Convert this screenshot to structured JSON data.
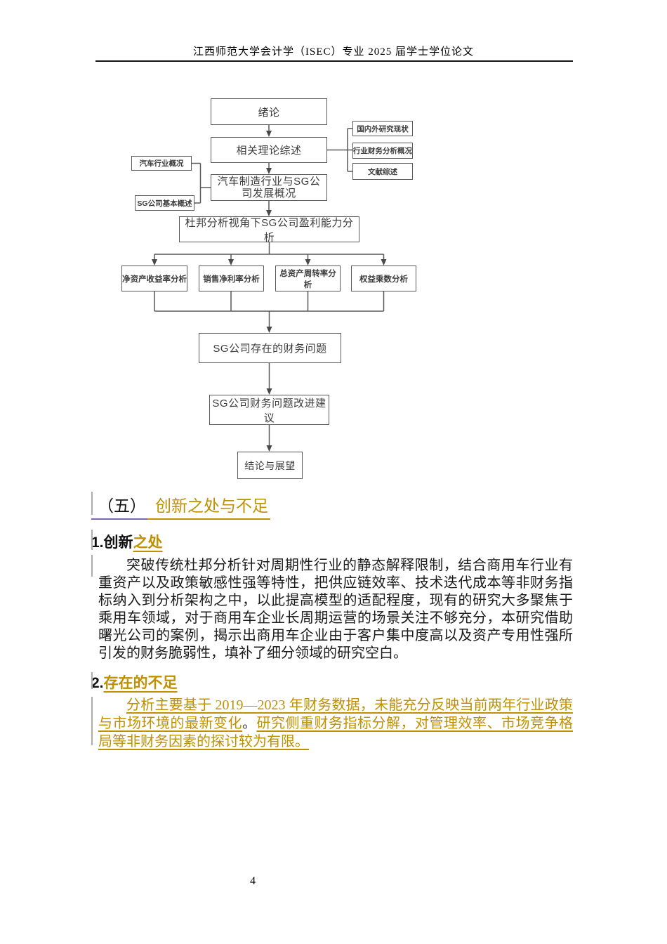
{
  "header": {
    "title": "江西师范大学会计学（ISEC）专业 2025 届学士学位论文"
  },
  "footer": {
    "page_number": "4"
  },
  "flowchart": {
    "nodes": {
      "intro": "绪论",
      "theory_review": "相关理论综述",
      "industry_overview": "汽车制造行业与SG公司发展概况",
      "dupont_analysis": "杜邦分析视角下SG公司盈利能力分析",
      "roe": "净资产收益率分析",
      "net_profit_margin": "销售净利率分析",
      "total_asset_turnover": "总资产周转率分析",
      "equity_multiplier": "权益乘数分析",
      "financial_problems": "SG公司存在的财务问题",
      "improvement_suggestions": "SG公司财务问题改进建议",
      "conclusion_outlook": "结论与展望",
      "research_status": "国内外研究现状",
      "industry_financial_overview": "行业财务分析概况",
      "literature_review": "文献综述",
      "auto_industry_overview": "汽车行业概况",
      "sg_company_profile": "SG公司基本概述"
    }
  },
  "section5": {
    "numbering": "（五）",
    "title": "创新之处与不足",
    "sub1_black": "1.创新",
    "sub1_gold": "之处",
    "para1": "突破传统杜邦分析针对周期性行业的静态解释限制，结合商用车行业有重资产以及政策敏感性强等特性，把供应链效率、技术迭代成本等非财务指标纳入到分析架构之中，以此提高模型的适配程度，现有的研究大多聚焦于乘用车领域，对于商用车企业长周期运营的场景关注不够充分，本研究借助曙光公司的案例，揭示出商用车企业由于客户集中度高以及资产专用性强所引发的财务脆弱性，填补了细分领域的研究空白。",
    "sub2_black": "2.",
    "sub2_gold": "存在的不足",
    "para2_part1": "分析主要基于 2019—2023 年财务数据，未能充分反映当前两年行业政策与市场环境的最新变化",
    "para2_separator": "。",
    "para2_part2": "研究侧重财务指标分解，对管理效率、市场竞争格局等非财务因素的探讨较为有限。"
  },
  "colors": {
    "gold": "#BF9000",
    "purple_underline": "#7B68AE",
    "change_bar": "#ADADAD",
    "flow_border": "#595959",
    "flow_text": "#3C3C3C"
  }
}
